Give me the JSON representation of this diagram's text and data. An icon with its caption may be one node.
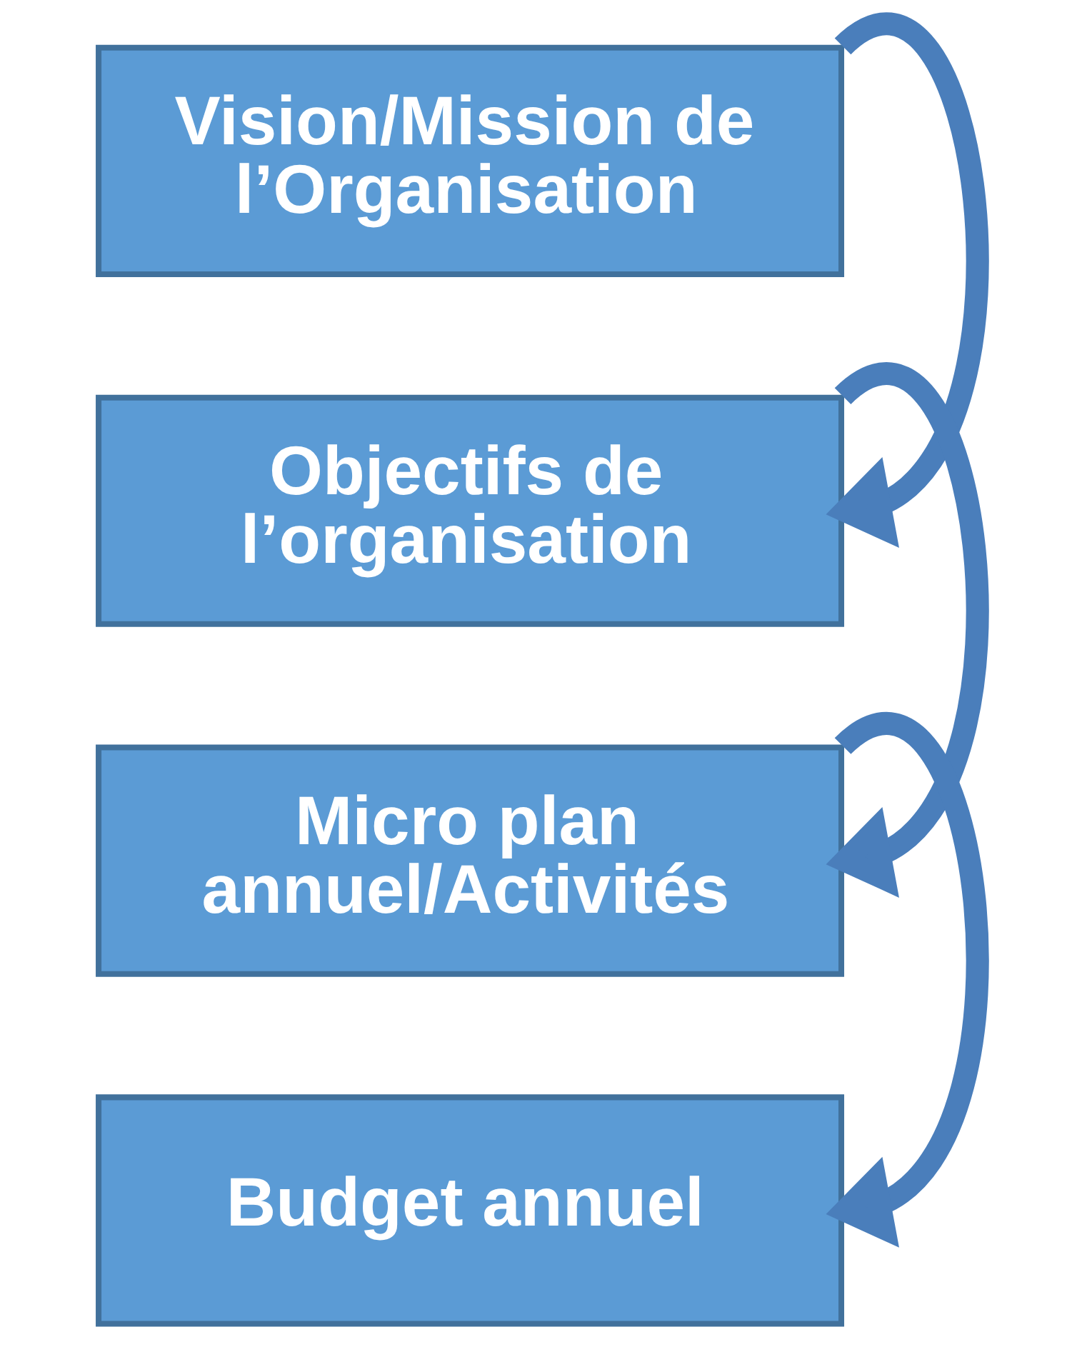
{
  "diagram": {
    "nodes": [
      {
        "text": [
          "Vision/Mission de l’Organisation"
        ]
      },
      {
        "text": [
          "Objectifs de l’organisation"
        ]
      },
      {
        "text": [
          "Micro plan annuel/Activités"
        ]
      },
      {
        "text": [
          "Budget annuel"
        ]
      }
    ],
    "edges": [
      {
        "from": 0,
        "to": 1,
        "arrow": "to"
      },
      {
        "from": 1,
        "to": 2,
        "arrow": "to"
      },
      {
        "from": 2,
        "to": 3,
        "arrow": "to"
      }
    ]
  }
}
